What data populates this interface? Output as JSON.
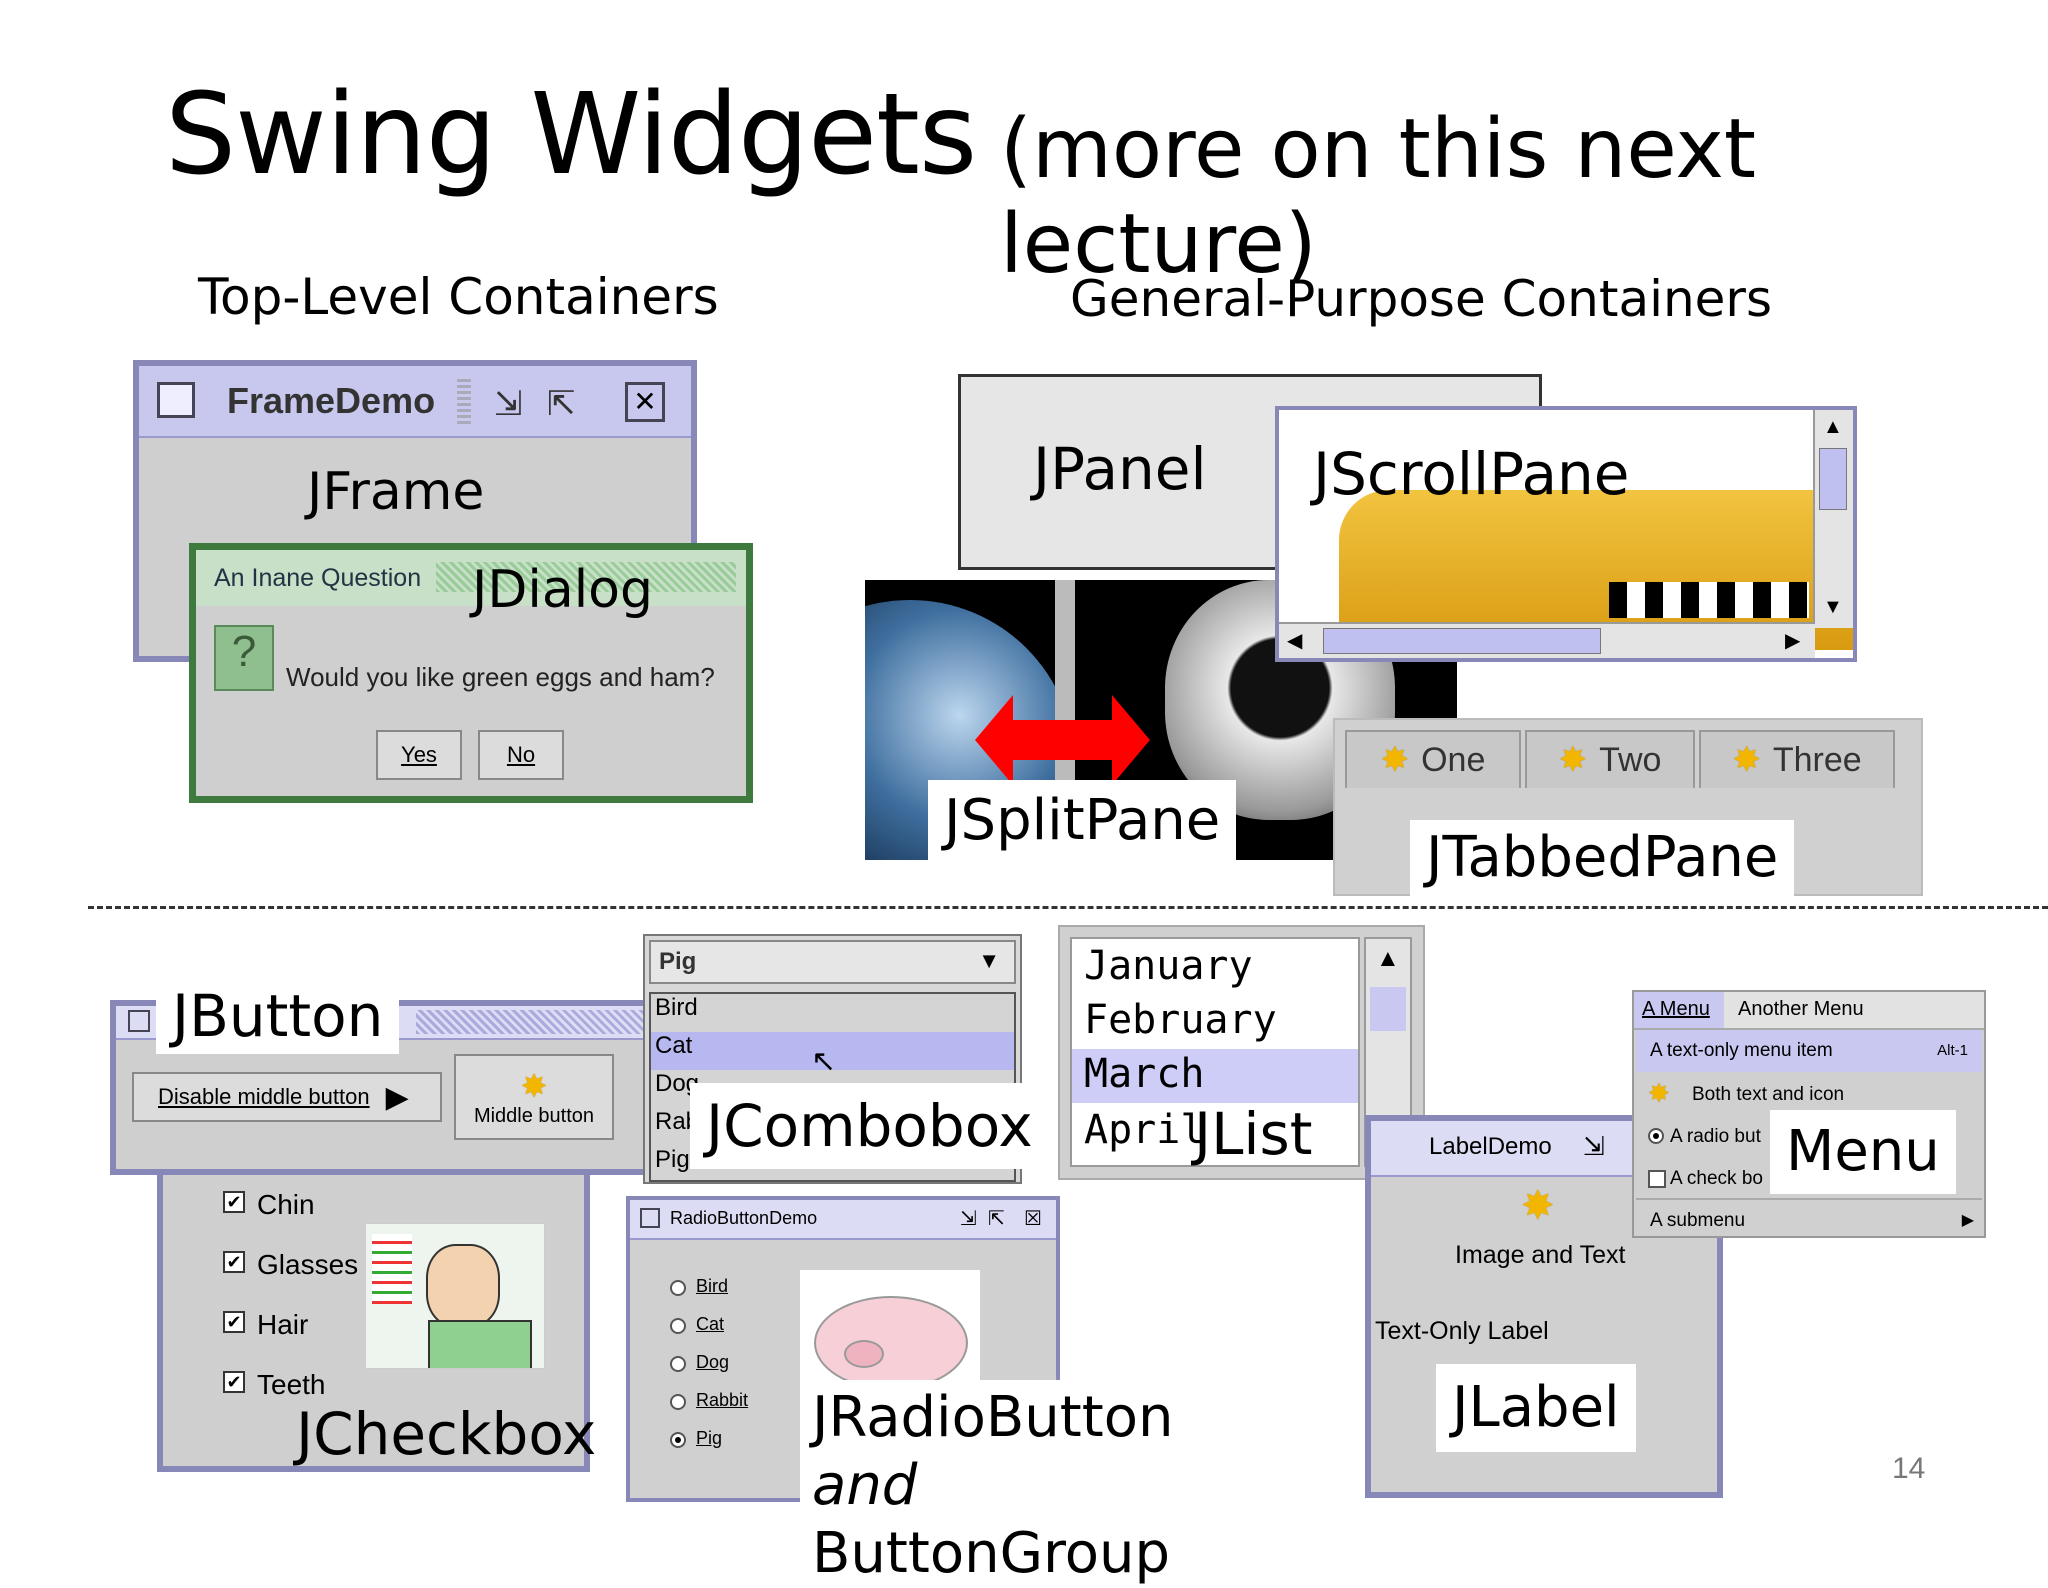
{
  "slide": {
    "title": "Swing Widgets",
    "subtitle": "(more on this next lecture)",
    "page_number": "14",
    "section_top_left": "Top-Level Containers",
    "section_top_right": "General-Purpose Containers"
  },
  "frame_demo": {
    "title": "FrameDemo",
    "label": "JFrame"
  },
  "dialog": {
    "title": "An Inane Question",
    "label": "JDialog",
    "message": "Would you like green eggs and ham?",
    "yes": "Yes",
    "no": "No",
    "icon_text": "?"
  },
  "panel": {
    "label": "JPanel"
  },
  "scrollpane": {
    "label": "JScrollPane"
  },
  "splitpane": {
    "label": "JSplitPane"
  },
  "tabbedpane": {
    "label": "JTabbedPane",
    "tabs": [
      "One",
      "Two",
      "Three"
    ]
  },
  "button_demo": {
    "label": "JButton",
    "disable_button": "Disable middle button",
    "middle_button": "Middle button"
  },
  "combobox": {
    "label": "JCombobox",
    "selected": "Pig",
    "items": [
      "Bird",
      "Cat",
      "Dog",
      "Rabbit",
      "Pig"
    ],
    "visible_items": [
      "Bird",
      "Cat",
      "Dog",
      "Rab",
      "Pig"
    ]
  },
  "list": {
    "label": "JList",
    "items": [
      "January",
      "February",
      "March",
      "April"
    ],
    "selected": "March"
  },
  "menu": {
    "label": "Menu",
    "menus": [
      "A Menu",
      "Another Menu"
    ],
    "items": [
      "A text-only menu item",
      "Both text and icon",
      "A radio but",
      "A check bo",
      "A submenu"
    ],
    "shortcut": "Alt-1"
  },
  "checkbox_demo": {
    "label": "JCheckbox",
    "items": [
      "Chin",
      "Glasses",
      "Hair",
      "Teeth"
    ]
  },
  "radio_demo": {
    "title": "RadioButtonDemo",
    "label_line1": "JRadioButton",
    "label_line2_italic": "and",
    "label_line2_rest": "ButtonGroup",
    "items": [
      "Bird",
      "Cat",
      "Dog",
      "Rabbit",
      "Pig"
    ],
    "selected": "Pig"
  },
  "label_demo": {
    "title": "LabelDemo",
    "label": "JLabel",
    "image_text": "Image and Text",
    "text_only": "Text-Only Label"
  },
  "colors": {
    "window_purple": "#8888b8",
    "dialog_green": "#3e7a3e",
    "selection": "#b8b8f0",
    "arrow_red": "#ff0000"
  }
}
